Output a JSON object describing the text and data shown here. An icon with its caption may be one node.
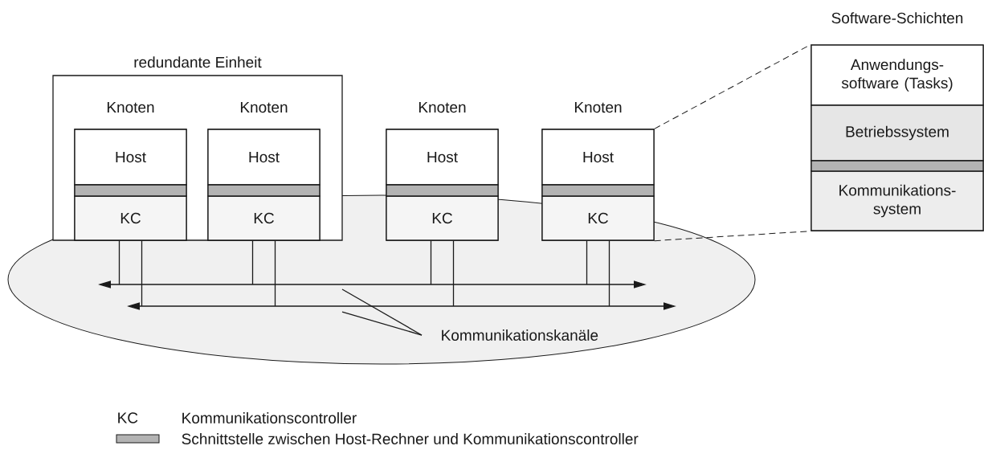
{
  "diagram": {
    "nodes": [
      {
        "text": [
          "redundante Einheit"
        ]
      },
      {
        "text": [
          "Knoten"
        ],
        "in": 0
      },
      {
        "text": [
          "Host"
        ],
        "in": 1
      },
      {
        "text": [
          "KC"
        ],
        "in": 1
      },
      {
        "text": [
          "Knoten"
        ],
        "in": 0
      },
      {
        "text": [
          "Host"
        ],
        "in": 4
      },
      {
        "text": [
          "KC"
        ],
        "in": 4
      },
      {
        "text": [
          "Knoten"
        ]
      },
      {
        "text": [
          "Host"
        ],
        "in": 7
      },
      {
        "text": [
          "KC"
        ],
        "in": 7
      },
      {
        "text": [
          "Knoten"
        ]
      },
      {
        "text": [
          "Host"
        ],
        "in": 10
      },
      {
        "text": [
          "KC"
        ],
        "in": 10
      },
      {
        "text": [
          "Software-Schichten"
        ]
      },
      {
        "text": [
          "Anwendungs- software (Tasks)"
        ],
        "in": 13
      },
      {
        "text": [
          "Betriebssystem"
        ],
        "in": 13
      },
      {
        "text": [
          "Kommunikations- system"
        ],
        "in": 13
      },
      {
        "text": [],
        "shape": "line"
      },
      {
        "text": [],
        "shape": "line"
      },
      {
        "text": [
          "Kommunikationskanäle"
        ]
      },
      {
        "text": [],
        "shape": "bar",
        "in": 1
      },
      {
        "text": [],
        "shape": "bar",
        "in": 4
      },
      {
        "text": [],
        "shape": "bar",
        "in": 7
      },
      {
        "text": [],
        "shape": "bar",
        "in": 10
      },
      {
        "text": [],
        "shape": "bar",
        "in": 13
      }
    ],
    "edges": [
      {
        "from": 3,
        "to": 17,
        "arrow": "none"
      },
      {
        "from": 3,
        "to": 18,
        "arrow": "none"
      },
      {
        "from": 6,
        "to": 17,
        "arrow": "none"
      },
      {
        "from": 6,
        "to": 18,
        "arrow": "none"
      },
      {
        "from": 9,
        "to": 17,
        "arrow": "none"
      },
      {
        "from": 9,
        "to": 18,
        "arrow": "none"
      },
      {
        "from": 12,
        "to": 17,
        "arrow": "none"
      },
      {
        "from": 12,
        "to": 18,
        "arrow": "none"
      },
      {
        "from": 10,
        "to": 13,
        "arrow": "none",
        "style": "dashed"
      },
      {
        "from": 10,
        "to": 13,
        "arrow": "none",
        "style": "dashed"
      },
      {
        "from": 19,
        "to": 17,
        "arrow": "none"
      },
      {
        "from": 19,
        "to": 18,
        "arrow": "none"
      }
    ],
    "labels": [
      "KC",
      "Kommunikationscontroller"
    ],
    "legend": [
      {
        "text": "Schnittstelle zwischen Host-Rechner und Kommunikationscontroller",
        "color": "#b3b3b3"
      }
    ]
  }
}
